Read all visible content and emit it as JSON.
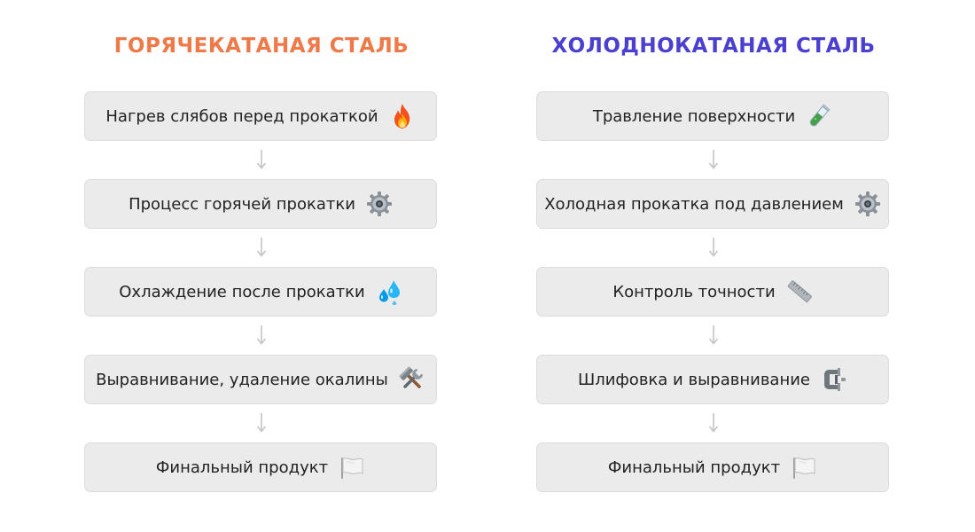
{
  "hot": {
    "title": "ГОРЯЧЕКАТАНАЯ СТАЛЬ",
    "title_color": "#ee7a4a",
    "steps": [
      {
        "label": "Нагрев слябов перед прокаткой",
        "icon": "fire-icon"
      },
      {
        "label": "Процесс горячей прокатки",
        "icon": "gear-icon"
      },
      {
        "label": "Охлаждение после прокатки",
        "icon": "water-drops-icon"
      },
      {
        "label": "Выравнивание, удаление окалины",
        "icon": "hammer-and-wrench-icon"
      },
      {
        "label": "Финальный продукт",
        "icon": "white-flag-icon"
      }
    ]
  },
  "cold": {
    "title": "ХОЛОДНОКАТАНАЯ СТАЛЬ",
    "title_color": "#4a3fcf",
    "steps": [
      {
        "label": "Травление поверхности",
        "icon": "test-tube-icon"
      },
      {
        "label": "Холодная прокатка под давлением",
        "icon": "gear-icon"
      },
      {
        "label": "Контроль точности",
        "icon": "ruler-icon"
      },
      {
        "label": "Шлифовка и выравнивание",
        "icon": "clamp-icon"
      },
      {
        "label": "Финальный продукт",
        "icon": "white-flag-icon"
      }
    ]
  },
  "colors": {
    "box_background": "#ebebeb",
    "box_border": "#dcdcdc",
    "arrow": "#c4c4c4",
    "text": "#222222"
  }
}
